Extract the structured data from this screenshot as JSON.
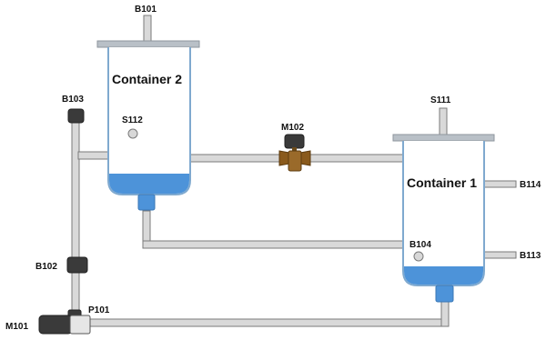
{
  "labels": {
    "b101": "B101",
    "b102": "B102",
    "b103": "B103",
    "b104": "B104",
    "b113": "B113",
    "b114": "B114",
    "s111": "S111",
    "s112": "S112",
    "m101": "M101",
    "m102": "M102",
    "p101": "P101",
    "container1": "Container 1",
    "container2": "Container 2"
  },
  "levels": {
    "container1_fill": 0.12,
    "container2_fill": 0.14
  },
  "colors": {
    "water": "#4d93d9",
    "vessel_outline": "#7fa9cf",
    "pipe": "#d9d9d9",
    "valve_bronze": "#8a5a1c",
    "sensor_dark": "#3a3a3a"
  }
}
